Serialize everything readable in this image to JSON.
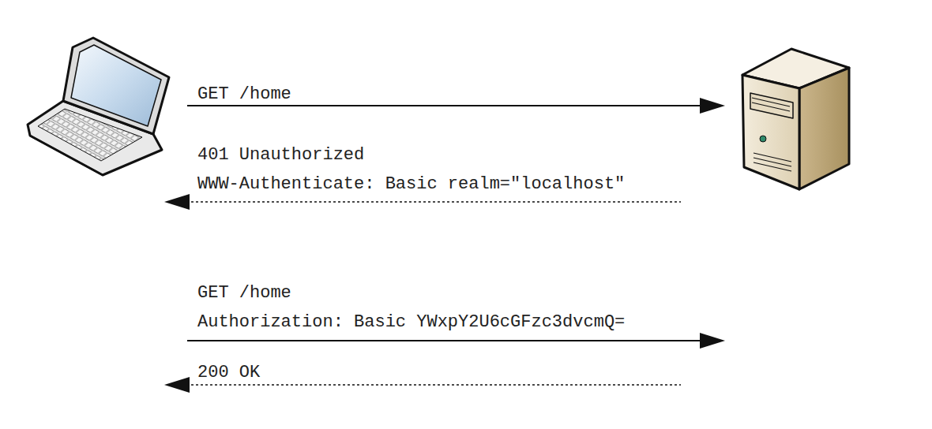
{
  "diagram": {
    "labels": [
      "GET /home",
      "401 Unauthorized",
      "WWW-Authenticate: Basic realm=\"localhost\"",
      "GET /home",
      "Authorization: Basic YWxpY2U6cGFzc3dvcmQ=",
      "200 OK"
    ]
  }
}
